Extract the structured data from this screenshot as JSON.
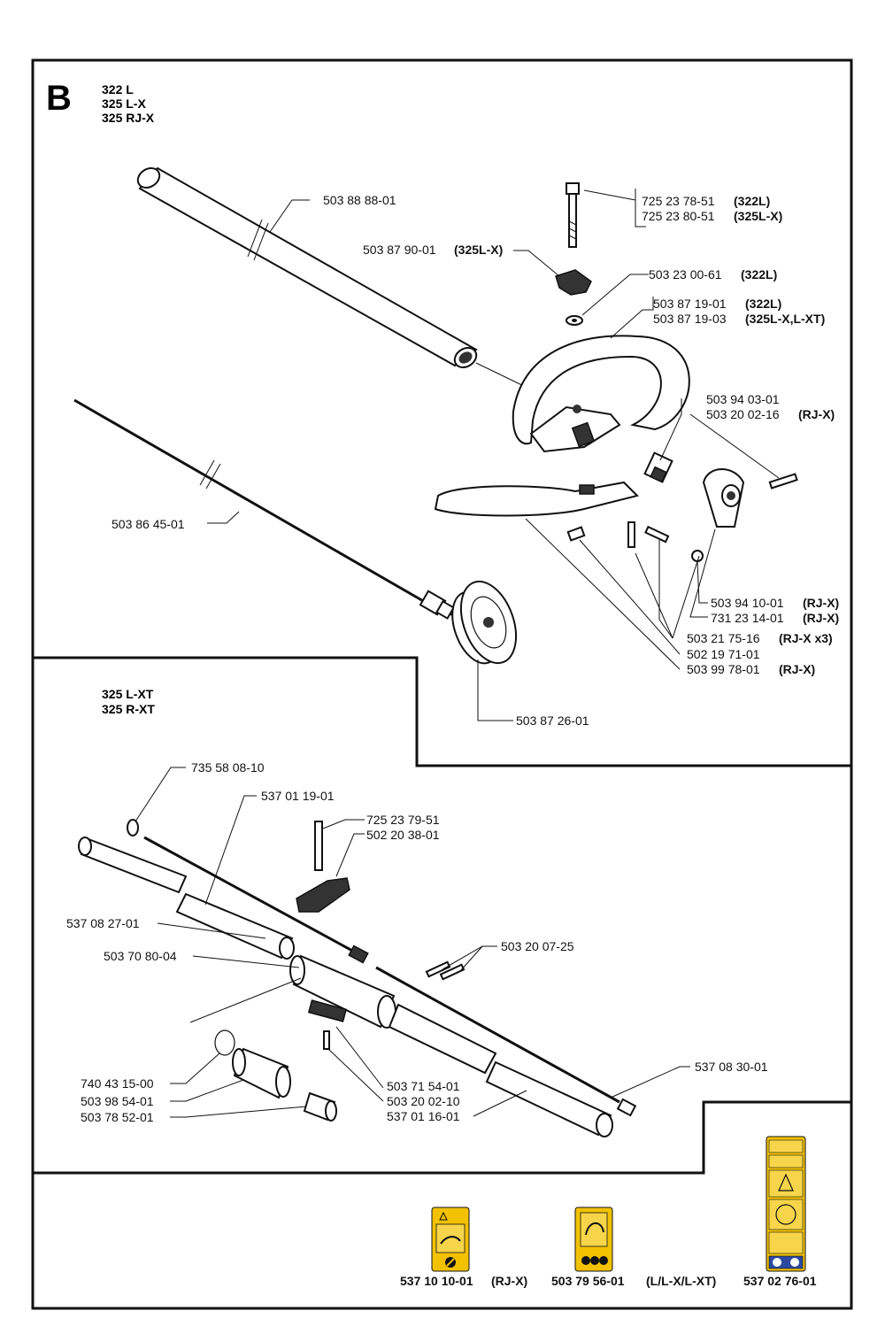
{
  "section_letter": "B",
  "models_top": [
    "322 L",
    "325 L-X",
    "325 RJ-X"
  ],
  "models_bottom": [
    "325 L-XT",
    "325 R-XT"
  ],
  "labels": {
    "tube": "503 88 88-01",
    "bolt_a": "725 23 78-51",
    "bolt_a_note": "(322L)",
    "bolt_b": "725 23 80-51",
    "bolt_b_note": "(325L-X)",
    "knob": "503 87 90-01",
    "knob_note": "(325L-X)",
    "washer": "503 23 00-61",
    "washer_note": "(322L)",
    "handle_a": "503 87 19-01",
    "handle_a_note": "(322L)",
    "handle_b": "503 87 19-03",
    "handle_b_note": "(325L-X,L-XT)",
    "clamp_a": "503 94 03-01",
    "clamp_b": "503 20 02-16",
    "clamp_b_note": "(RJ-X)",
    "shaft": "503 86 45-01",
    "bracket_a": "503 94 10-01",
    "bracket_a_note": "(RJ-X)",
    "nut": "731 23 14-01",
    "nut_note": "(RJ-X)",
    "screw3": "503 21 75-16",
    "screw3_note": "(RJ-X x3)",
    "square_nut": "502 19 71-01",
    "loop": "503 99 78-01",
    "loop_note": "(RJ-X)",
    "drum": "503 87 26-01",
    "washer2": "735 58 08-10",
    "drive_shaft": "537 01 19-01",
    "bolt_c": "725 23 79-51",
    "knob2": "502 20 38-01",
    "tube_upper": "537 08 27-01",
    "coupler": "503 70 80-04",
    "screws_pair": "503 20 07-25",
    "oring": "740 43 15-00",
    "spline": "503 98 54-01",
    "sleeve": "503 78 52-01",
    "plate": "503 71 54-01",
    "screw_small": "503 20 02-10",
    "tube_lower": "537 01 16-01",
    "shaft_lower": "537 08 30-01"
  },
  "decals": [
    {
      "part": "537 10 10-01",
      "note": "(RJ-X)"
    },
    {
      "part": "503 79 56-01",
      "note": "(L/L-X/L-XT)"
    },
    {
      "part": "537 02 76-01",
      "note": ""
    }
  ],
  "colors": {
    "decal_yellow": "#f2c200",
    "decal_blue": "#2b4aa0"
  }
}
